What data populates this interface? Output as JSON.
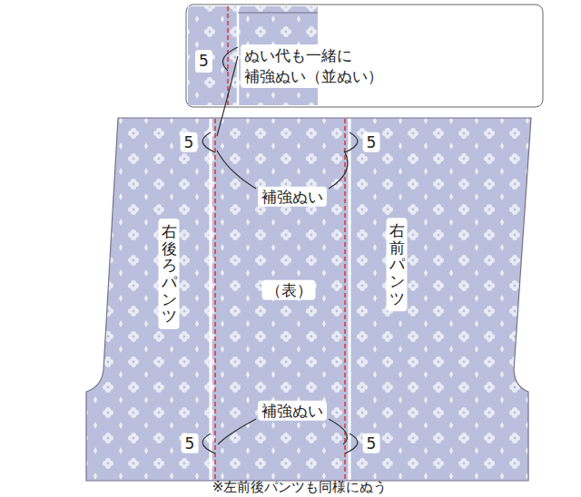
{
  "diagram": {
    "nodes": [
      {
        "text": [
          "5",
          "ぬい代も一緒に 補強ぬい（並ぬい）"
        ]
      }
    ],
    "labels": [
      "5",
      "5",
      "補強ぬい",
      "右後ろパンツ",
      "（表）",
      "右前パンツ",
      "補強ぬい",
      "5",
      "5",
      "※左前後パンツも同様にぬう"
    ]
  }
}
